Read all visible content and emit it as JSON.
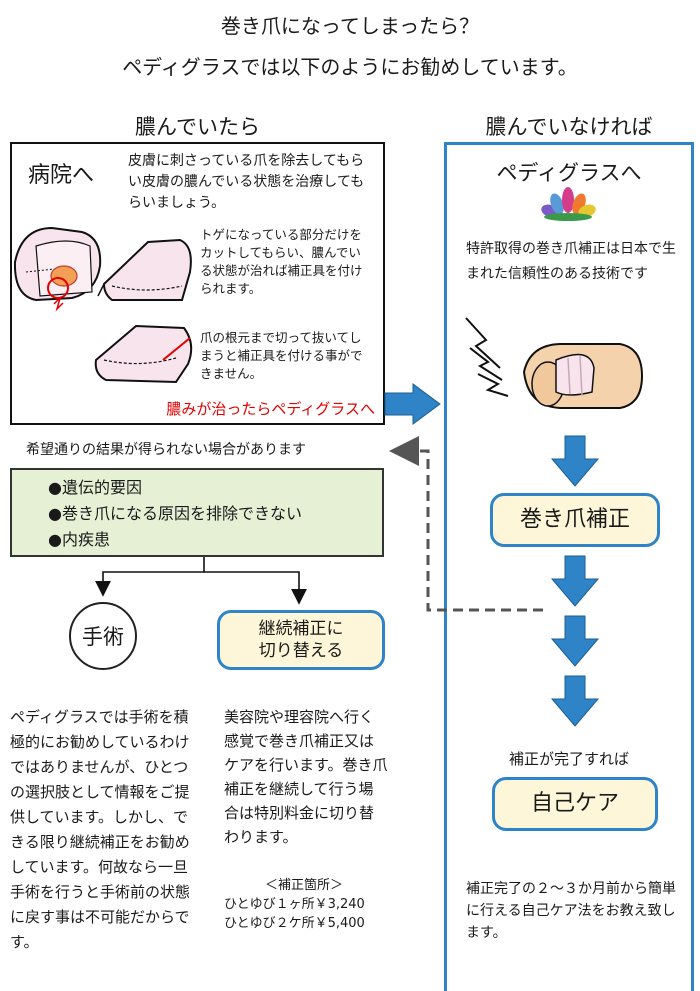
{
  "title": {
    "line1": "巻き爪になってしまったら？",
    "line2": "ペディグラスでは以下のようにお勧めしています。"
  },
  "left_heading": "膿んでいたら",
  "right_heading": "膿んでいなければ",
  "hospital": {
    "label": "病院へ",
    "intro": "皮膚に刺さっている爪を除去してもらい皮膚の膿んでいる状態を治療してもらいましょう。",
    "case1": "トゲになっている部分だけをカットしてもらい、膿んでいる状態が治れば補正具を付けられます。",
    "case2": "爪の根元まで切って抜いてしまうと補正具を付ける事ができません。",
    "note": "膿みが治ったらペディグラスへ"
  },
  "warning": "希望通りの結果が得られない場合があります",
  "reasons": [
    "●遺伝的要因",
    "●巻き爪になる原因を排除できない",
    "●内疾患"
  ],
  "surgery": {
    "label": "手術",
    "text": "ペディグラスでは手術を積極的にお勧めしているわけではありませんが、ひとつの選択肢として情報をご提供しています。しかし、できる限り継続補正をお勧めしています。何故なら一旦手術を行うと手術前の状態に戻す事は不可能だからです。"
  },
  "switch": {
    "label_line1": "継続補正に",
    "label_line2": "切り替える",
    "text": "美容院や理容院へ行く感覚で巻き爪補正又はケアを行います。巻き爪補正を継続して行う場合は特別料金に切り替わります。",
    "price_title": "＜補正箇所＞",
    "price1": "ひとゆび１ヶ所￥3,240",
    "price2": "ひとゆび２ケ所￥5,400"
  },
  "pedigras": {
    "label": "ペディグラスへ",
    "text": "特許取得の巻き爪補正は日本で生まれた信頼性のある技術です"
  },
  "correction": {
    "label": "巻き爪補正"
  },
  "complete": {
    "caption": "補正が完了すれば"
  },
  "selfcare": {
    "label": "自己ケア",
    "text": "補正完了の２〜３か月前から簡単に行える自己ケア法をお教え致します。"
  },
  "colors": {
    "blue": "#2e84c6",
    "red": "#e00000",
    "green_box": "#e6f0d5",
    "pill_fill": "#fdf6d8",
    "nail_pink": "#f7e4ec",
    "skin": "#f4d3ac"
  }
}
